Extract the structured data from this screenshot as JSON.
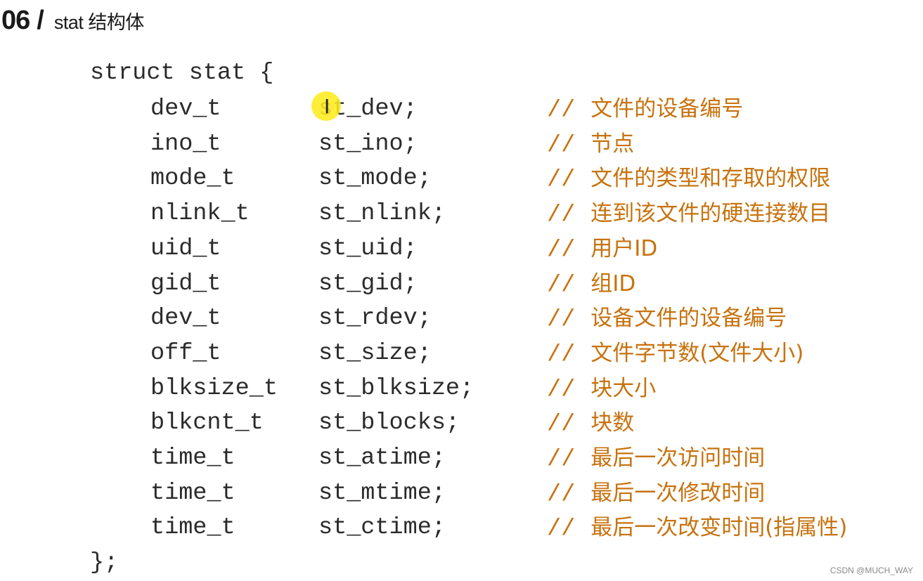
{
  "title": {
    "number": "06",
    "separator": "/",
    "text": "stat 结构体"
  },
  "code": {
    "open": "struct stat {",
    "close": "};",
    "comment_marker": "//",
    "fields": [
      {
        "type": "dev_t",
        "name": "st_dev;",
        "comment": "文件的设备编号"
      },
      {
        "type": "ino_t",
        "name": "st_ino;",
        "comment": "节点"
      },
      {
        "type": "mode_t",
        "name": "st_mode;",
        "comment": "文件的类型和存取的权限"
      },
      {
        "type": "nlink_t",
        "name": "st_nlink;",
        "comment": "连到该文件的硬连接数目"
      },
      {
        "type": "uid_t",
        "name": "st_uid;",
        "comment": "用户ID"
      },
      {
        "type": "gid_t",
        "name": "st_gid;",
        "comment": "组ID"
      },
      {
        "type": "dev_t",
        "name": "st_rdev;",
        "comment": "设备文件的设备编号"
      },
      {
        "type": "off_t",
        "name": "st_size;",
        "comment": "文件字节数(文件大小)"
      },
      {
        "type": "blksize_t",
        "name": "st_blksize;",
        "comment": "块大小"
      },
      {
        "type": "blkcnt_t",
        "name": "st_blocks;",
        "comment": "块数"
      },
      {
        "type": "time_t",
        "name": "st_atime;",
        "comment": "最后一次访问时间"
      },
      {
        "type": "time_t",
        "name": "st_mtime;",
        "comment": "最后一次修改时间"
      },
      {
        "type": "time_t",
        "name": "st_ctime;",
        "comment": "最后一次改变时间(指属性)"
      }
    ]
  },
  "colors": {
    "comment": "#c7720e",
    "code": "#2b2b2b",
    "cursor_highlight": "#ffec1e"
  },
  "cursor": {
    "icon": "i-beam-cursor-icon",
    "glyph": "I"
  },
  "watermark": "CSDN @MUCH_WAY"
}
